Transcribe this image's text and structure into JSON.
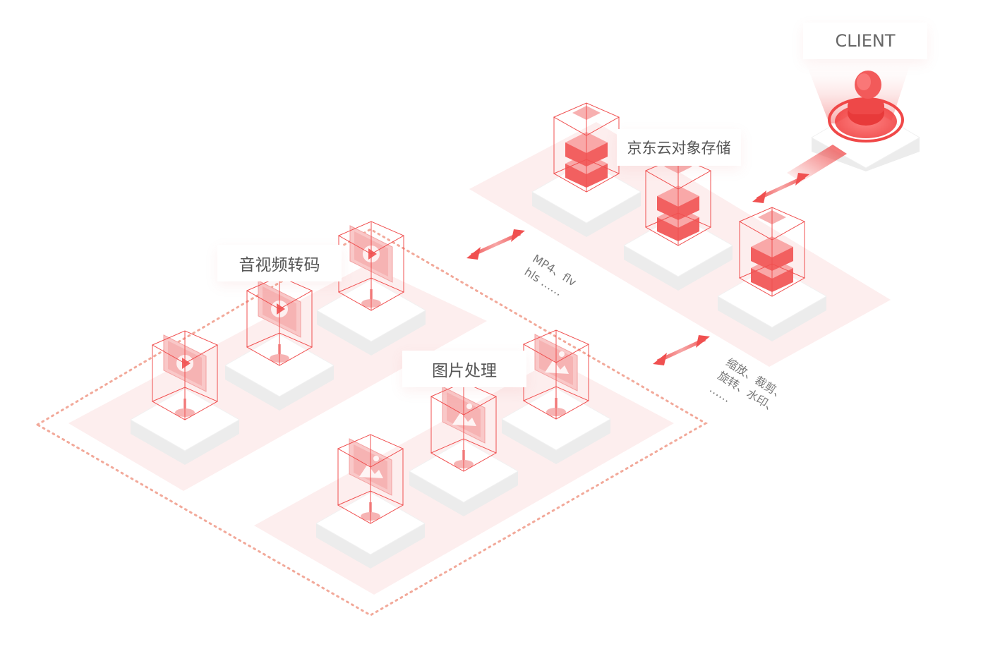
{
  "client": {
    "label": "CLIENT"
  },
  "storage": {
    "label": "京东云对象存储",
    "node_count": 3
  },
  "av_transcode": {
    "label": "音视频转码",
    "node_count": 3
  },
  "image_process": {
    "label": "图片处理",
    "node_count": 3
  },
  "formats_note": {
    "line1": "MP4、flv",
    "line2": "hls ……"
  },
  "ops_note": {
    "line1": "缩放、裁剪、",
    "line2": "旋转、水印、",
    "line3": "……"
  },
  "colors": {
    "accent": "#f04848",
    "accent_light": "#fde6e6",
    "platform_tint": "#fdeeee",
    "dashed_border": "#f2a99a",
    "tile_top": "#ffffff",
    "tile_side": "#ececec"
  }
}
